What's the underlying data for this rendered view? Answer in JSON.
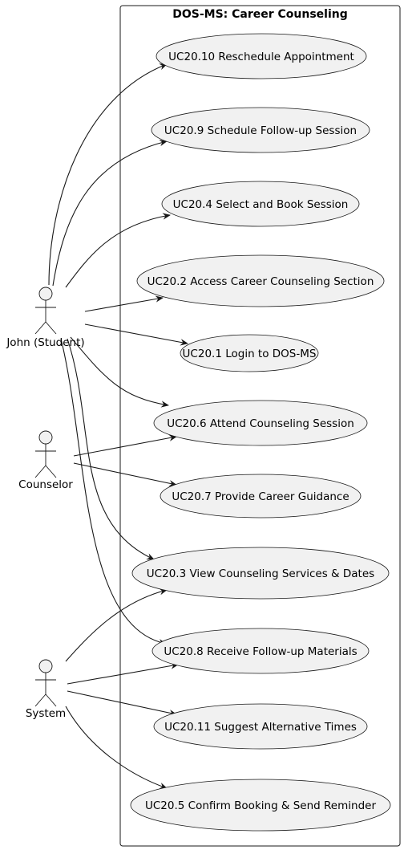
{
  "diagram": {
    "type": "use-case",
    "boundary_title": "DOS-MS: Career Counseling",
    "colors": {
      "background": "#ffffff",
      "usecase_fill": "#f1f1f1",
      "stroke": "#181818",
      "arrow": "#181818"
    },
    "actors": [
      {
        "id": "student",
        "name": "John (Student)"
      },
      {
        "id": "counselor",
        "name": "Counselor"
      },
      {
        "id": "system",
        "name": "System"
      }
    ],
    "use_cases": [
      {
        "id": "uc20_10",
        "label": "UC20.10 Reschedule Appointment"
      },
      {
        "id": "uc20_9",
        "label": "UC20.9 Schedule Follow-up Session"
      },
      {
        "id": "uc20_4",
        "label": "UC20.4 Select and Book Session"
      },
      {
        "id": "uc20_2",
        "label": "UC20.2 Access Career Counseling Section"
      },
      {
        "id": "uc20_1",
        "label": "UC20.1 Login to DOS-MS"
      },
      {
        "id": "uc20_6",
        "label": "UC20.6 Attend Counseling Session"
      },
      {
        "id": "uc20_7",
        "label": "UC20.7 Provide Career Guidance"
      },
      {
        "id": "uc20_3",
        "label": "UC20.3 View Counseling Services & Dates"
      },
      {
        "id": "uc20_8",
        "label": "UC20.8 Receive Follow-up Materials"
      },
      {
        "id": "uc20_11",
        "label": "UC20.11 Suggest Alternative Times"
      },
      {
        "id": "uc20_5",
        "label": "UC20.5 Confirm Booking & Send Reminder"
      }
    ],
    "associations": [
      {
        "from": "student",
        "to": "uc20_10"
      },
      {
        "from": "student",
        "to": "uc20_9"
      },
      {
        "from": "student",
        "to": "uc20_4"
      },
      {
        "from": "student",
        "to": "uc20_2"
      },
      {
        "from": "student",
        "to": "uc20_1"
      },
      {
        "from": "student",
        "to": "uc20_6"
      },
      {
        "from": "student",
        "to": "uc20_3"
      },
      {
        "from": "student",
        "to": "uc20_8"
      },
      {
        "from": "counselor",
        "to": "uc20_6"
      },
      {
        "from": "counselor",
        "to": "uc20_7"
      },
      {
        "from": "system",
        "to": "uc20_3"
      },
      {
        "from": "system",
        "to": "uc20_8"
      },
      {
        "from": "system",
        "to": "uc20_11"
      },
      {
        "from": "system",
        "to": "uc20_5"
      }
    ]
  }
}
